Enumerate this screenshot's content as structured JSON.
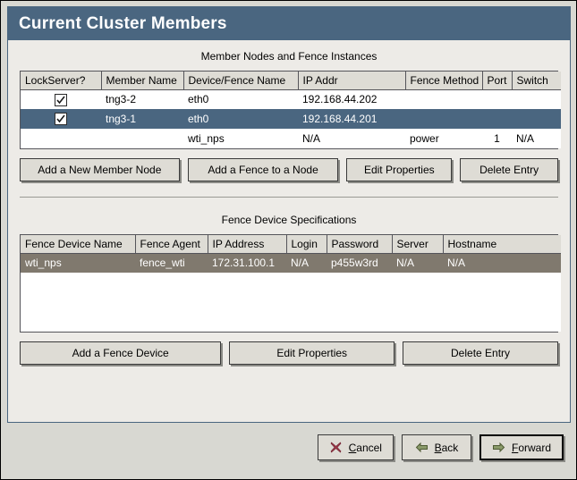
{
  "window": {
    "title": "Current Cluster Members"
  },
  "colors": {
    "titlebar_bg": "#4a6680",
    "selection_focused": "#4a6680",
    "selection_unfocused": "#80796e",
    "panel_bg": "#edebe7",
    "button_bg": "#dedcd5",
    "cancel_icon": "#9e3a4a",
    "arrow_icon": "#8a9a6a"
  },
  "members_section": {
    "title": "Member Nodes and Fence Instances",
    "columns": [
      "LockServer?",
      "Member Name",
      "Device/Fence Name",
      "IP Addr",
      "Fence Method",
      "Port",
      "Switch"
    ],
    "rows": [
      {
        "lockserver": true,
        "member_name": "tng3-2",
        "device_fence_name": "eth0",
        "ip_addr": "192.168.44.202",
        "fence_method": "",
        "port": "",
        "switch": "",
        "selected": "none"
      },
      {
        "lockserver": true,
        "member_name": "tng3-1",
        "device_fence_name": "eth0",
        "ip_addr": "192.168.44.201",
        "fence_method": "",
        "port": "",
        "switch": "",
        "selected": "focused"
      },
      {
        "lockserver": false,
        "member_name": "",
        "device_fence_name": "wti_nps",
        "ip_addr": "N/A",
        "fence_method": "power",
        "port": "1",
        "switch": "N/A",
        "selected": "none"
      }
    ],
    "buttons": [
      "Add a New Member Node",
      "Add a Fence to a Node",
      "Edit Properties",
      "Delete Entry"
    ]
  },
  "fence_section": {
    "title": "Fence Device Specifications",
    "columns": [
      "Fence Device Name",
      "Fence Agent",
      "IP Address",
      "Login",
      "Password",
      "Server",
      "Hostname"
    ],
    "rows": [
      {
        "fence_device_name": "wti_nps",
        "fence_agent": "fence_wti",
        "ip_address": "172.31.100.1",
        "login": "N/A",
        "password": "p455w3rd",
        "server": "N/A",
        "hostname": "N/A",
        "selected": "unfocused"
      }
    ],
    "buttons": [
      "Add a Fence Device",
      "Edit Properties",
      "Delete Entry"
    ]
  },
  "footer": {
    "cancel": {
      "label_pre": "",
      "mnemonic": "C",
      "label_post": "ancel",
      "icon": "close-x-icon"
    },
    "back": {
      "label_pre": "",
      "mnemonic": "B",
      "label_post": "ack",
      "icon": "arrow-left-icon"
    },
    "forward": {
      "label_pre": "",
      "mnemonic": "F",
      "label_post": "orward",
      "icon": "arrow-right-icon"
    }
  }
}
